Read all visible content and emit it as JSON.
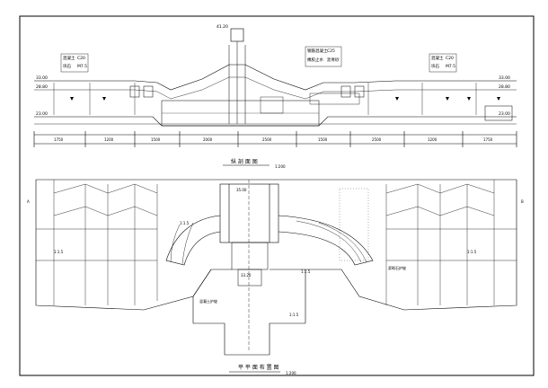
{
  "elevation_section": {
    "title": "纵 剖 面 图",
    "scale": "1:200",
    "top_elevation": "41.20",
    "left_spec_box": [
      "混凝土",
      "C20",
      "块石",
      "M7.5"
    ],
    "right_spec_box": [
      "混凝土",
      "C20",
      "块石",
      "M7.5"
    ],
    "center_spec_box": [
      "钢筋混凝土",
      "C25",
      "橡胶止水",
      "沥青砂"
    ],
    "left_elevations": [
      "33.00",
      "28.80",
      "23.00"
    ],
    "right_elevations": [
      "33.00",
      "28.80",
      "23.00"
    ],
    "dimension_labels": [
      "1750",
      "1200",
      "1500",
      "2000",
      "2500",
      "1500",
      "2500",
      "1200",
      "1750"
    ]
  },
  "plan_view": {
    "title": "平 平 面 布 置 图",
    "scale": "1:200",
    "slope_labels": [
      "1:1.5",
      "1:1.5",
      "1:1.5",
      "1:1.5",
      "1:1.5"
    ],
    "center_elevations": [
      "35.00",
      "33.20"
    ],
    "side_notes": [
      "混凝土护坡",
      "浆砌石护坡"
    ],
    "mark_labels": [
      "A",
      "B"
    ]
  }
}
